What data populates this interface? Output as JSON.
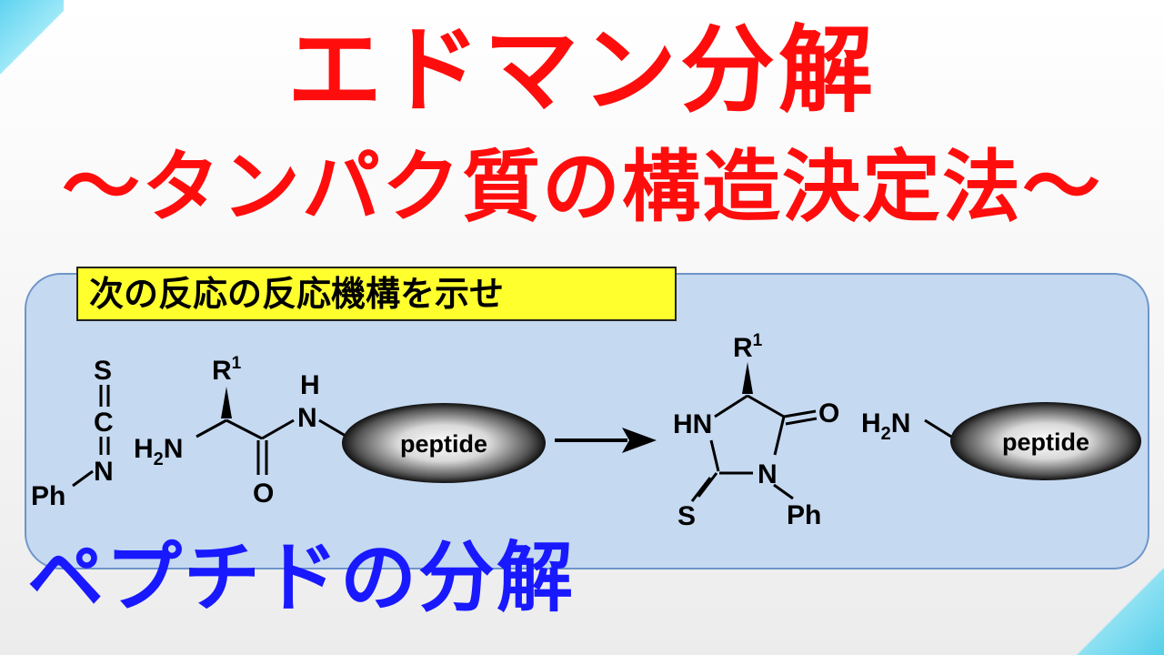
{
  "title": "エドマン分解",
  "subtitle": "〜タンパク質の構造決定法〜",
  "question": "次の反応の反応機構を示せ",
  "caption": "ペプチドの分解",
  "colors": {
    "title": "#ff0d0d",
    "caption": "#1919ff",
    "panel": "#c5d9f1",
    "question_bg": "#ffff2e"
  },
  "reactant_left": {
    "s": "S",
    "c": "C",
    "n": "N",
    "ph": "Ph"
  },
  "reactant_right": {
    "r": "R",
    "r_sup": "1",
    "h2n_h": "H",
    "h2n_2": "2",
    "h2n_n": "N",
    "nh_n": "N",
    "nh_h": "H",
    "o": "O",
    "peptide": "peptide"
  },
  "product_ring": {
    "r": "R",
    "r_sup": "1",
    "hn": "HN",
    "o": "O",
    "n": "N",
    "s": "S",
    "ph": "Ph"
  },
  "product_amine": {
    "h": "H",
    "sub": "2",
    "n": "N",
    "peptide": "peptide"
  }
}
